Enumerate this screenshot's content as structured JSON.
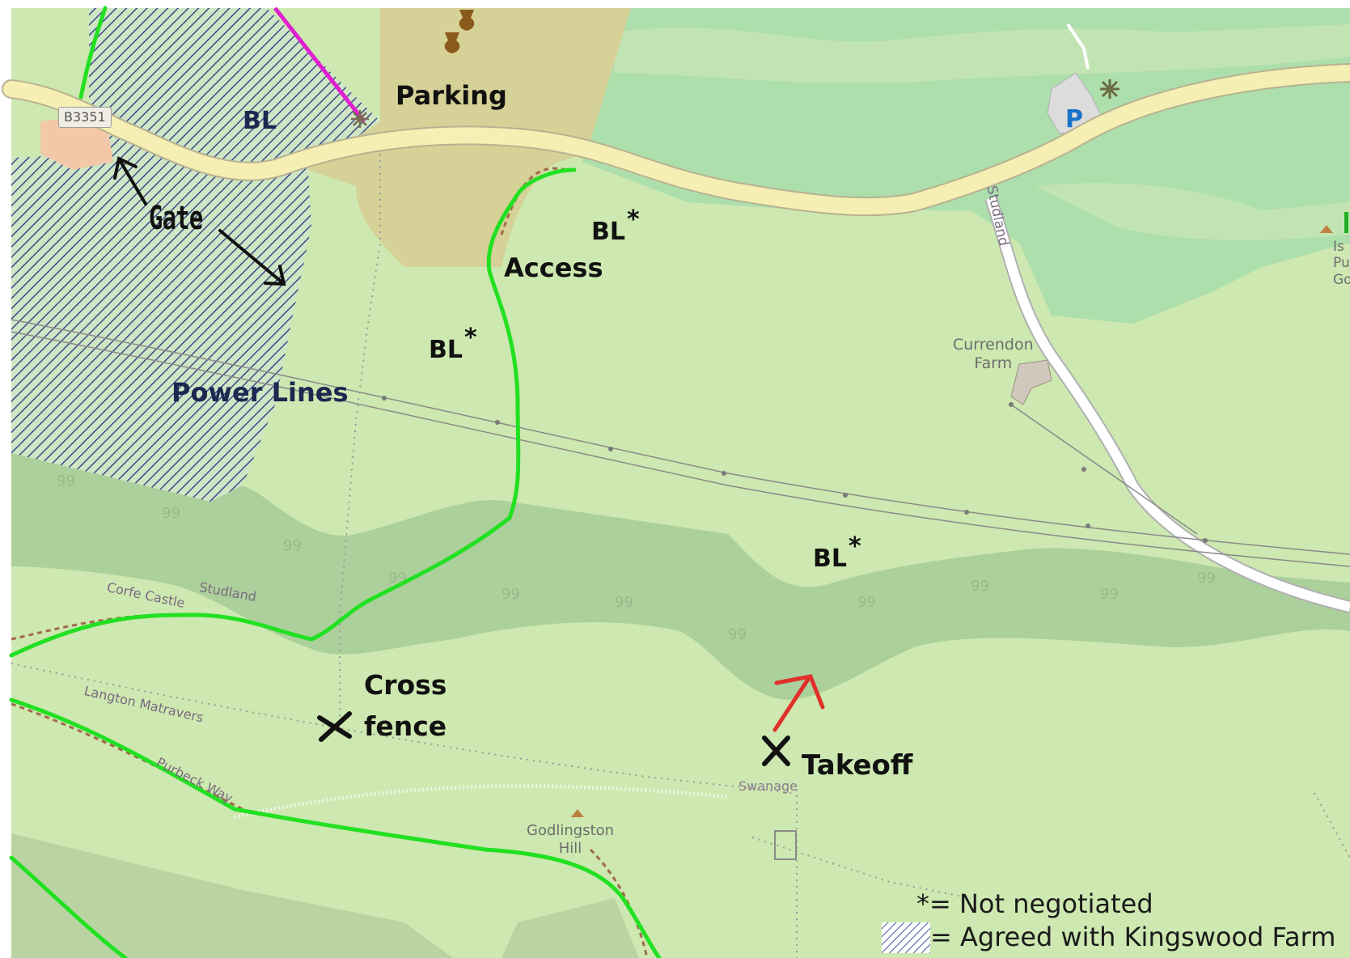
{
  "annotations": {
    "parking": "Parking",
    "bl_top": "BL",
    "gate": "Gate",
    "bl_star_1": "BL",
    "bl_star_2": "BL",
    "bl_star_3": "BL",
    "star": "*",
    "access": "Access",
    "power_lines": "Power Lines",
    "cross": "Cross",
    "fence": "fence",
    "takeoff": "Takeoff"
  },
  "map_labels": {
    "road_ref": "B3351",
    "parking_symbol": "P",
    "studland_road": "Studland",
    "currendon": "Currendon",
    "farm": "Farm",
    "studland_path": "Studland",
    "corfe_castle": "Corfe Castle",
    "langton_matravers": "Langton Matravers",
    "purbeck_way": "Purbeck Way",
    "swanage": "Swanage",
    "godlingston": "Godlingston",
    "hill": "Hill",
    "edge_is": "Is",
    "edge_pu": "Pu",
    "edge_go": "Go"
  },
  "legend": {
    "not_negotiated": "*= Not negotiated",
    "agreed": "= Agreed with Kingswood Farm"
  },
  "colors": {
    "background_green": "#cde8b0",
    "woodland_green": "#addfad",
    "scrub_green": "#acd09c",
    "farmyard": "#d6d197",
    "road_fill": "#f5efb4",
    "access_route": "#22e022",
    "magenta_line": "#e020d0",
    "hatch_navy": "#3c4a8a",
    "takeoff_arrow": "#e0302a"
  },
  "icons": {
    "takeoff": "x-mark-icon",
    "cross_fence": "x-mark-icon",
    "peak": "triangle-icon",
    "wind_direction": "arrow-icon",
    "gate_pointer": "arrow-icon",
    "hatch_legend": "hatch-swatch-icon",
    "vase": "vase-icon",
    "parking": "parking-icon"
  }
}
